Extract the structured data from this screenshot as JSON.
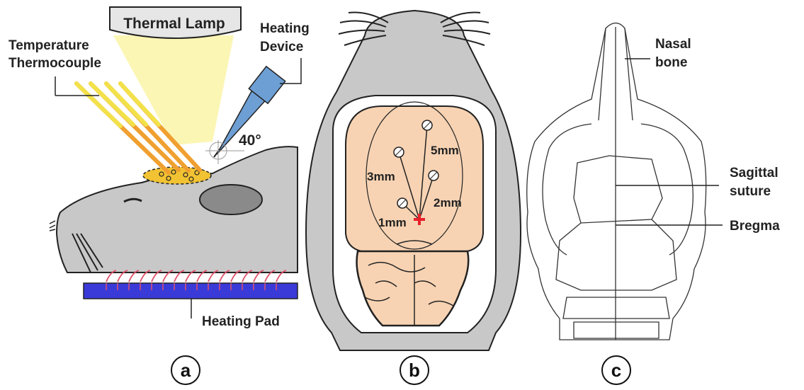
{
  "panel_a": {
    "letter": "a",
    "thermal_lamp": "Thermal Lamp",
    "thermocouple_line1": "Temperature",
    "thermocouple_line2": "Thermocouple",
    "heating_device_line1": "Heating",
    "heating_device_line2": "Device",
    "angle": "40°",
    "heating_pad": "Heating Pad"
  },
  "panel_b": {
    "letter": "b",
    "distances": [
      "1mm",
      "2mm",
      "3mm",
      "5mm"
    ]
  },
  "panel_c": {
    "letter": "c",
    "nasal_line1": "Nasal",
    "nasal_line2": "bone",
    "sagittal_line1": "Sagittal",
    "sagittal_line2": "suture",
    "bregma": "Bregma"
  },
  "colors": {
    "lamp_glow": "#fbf6b4",
    "body_gray": "#c8c8c8",
    "brain_peach": "#f7d3b3",
    "heating_pad": "#3a3ad8",
    "heat_wave": "#e0506a",
    "target_red": "#e8202a",
    "probe_blue": "#6d9fd4",
    "thermocouple_yellow": "#f2e14a",
    "thermocouple_orange": "#f0a030"
  }
}
